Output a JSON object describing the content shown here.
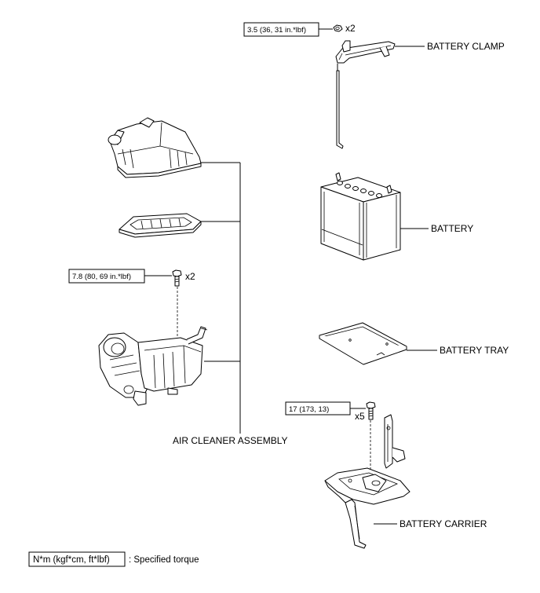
{
  "labels": {
    "battery_clamp": "BATTERY CLAMP",
    "battery": "BATTERY",
    "battery_tray": "BATTERY TRAY",
    "battery_carrier": "BATTERY CARRIER",
    "air_cleaner_assembly": "AIR CLEANER ASSEMBLY"
  },
  "torques": {
    "clamp_nut": "3.5 (36, 31 in.*lbf)",
    "air_cleaner_bolt": "7.8 (80, 69 in.*lbf)",
    "carrier_bolt": "17 (173, 13)"
  },
  "quantities": {
    "clamp_nut": "x2",
    "air_cleaner_bolt": "x2",
    "carrier_bolt": "x5"
  },
  "legend": {
    "unit": "N*m (kgf*cm, ft*lbf)",
    "description": ": Specified torque"
  },
  "icons": [
    "nut-icon",
    "bolt-icon"
  ]
}
